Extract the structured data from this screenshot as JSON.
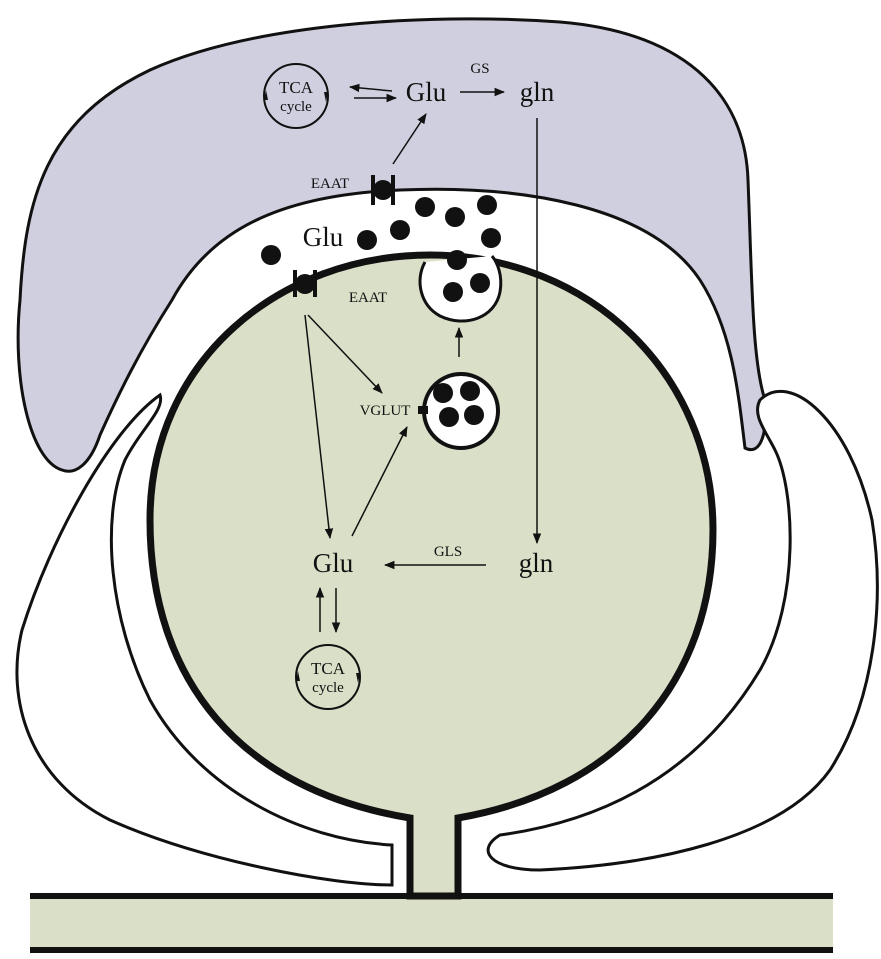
{
  "colors": {
    "astrocyte_fill": "#cfcfdf",
    "terminal_fill": "#dadfc8",
    "axon_fill": "#dadfc8",
    "outline": "#111111",
    "background": "#ffffff"
  },
  "astrocyte": {
    "tca_line1": "TCA",
    "tca_line2": "cycle",
    "glu": "Glu",
    "gs": "GS",
    "gln": "gln",
    "eaat": "EAAT"
  },
  "cleft": {
    "glu": "Glu",
    "eaat": "EAAT"
  },
  "terminal": {
    "vglut": "VGLUT",
    "glu": "Glu",
    "gls": "GLS",
    "gln": "gln",
    "tca_line1": "TCA",
    "tca_line2": "cycle"
  }
}
